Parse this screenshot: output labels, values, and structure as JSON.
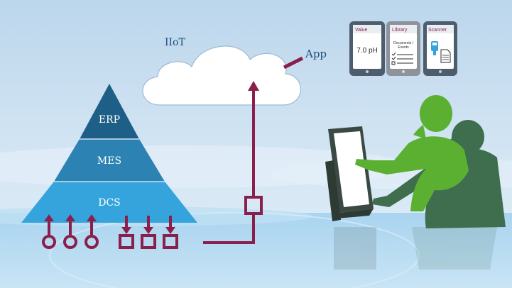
{
  "cloud": {
    "label": "IIoT"
  },
  "app_label": "App",
  "pyramid": {
    "levels": [
      {
        "label": "ERP",
        "color": "#1d5f86"
      },
      {
        "label": "MES",
        "color": "#2b82b3"
      },
      {
        "label": "DCS",
        "color": "#36a4dc"
      }
    ]
  },
  "phones": [
    {
      "title": "Value",
      "content": "7.0 pH",
      "body_color": "#4e5d6d"
    },
    {
      "title": "Library",
      "content": "Documents / Events",
      "body_color": "#8e939a"
    },
    {
      "title": "Scanner",
      "content": "",
      "body_color": "#4e5d6d"
    }
  ],
  "colors": {
    "accent": "#8b1f4c",
    "pyramid_dark": "#1d5f86",
    "pyramid_mid": "#2b82b3",
    "pyramid_light": "#36a4dc",
    "person_front": "#5bb031",
    "person_back": "#3f6e4e",
    "monitor": "#3a4a42",
    "background": "#cfe2f1"
  },
  "sensors": {
    "up_count": 3,
    "down_count": 3
  }
}
